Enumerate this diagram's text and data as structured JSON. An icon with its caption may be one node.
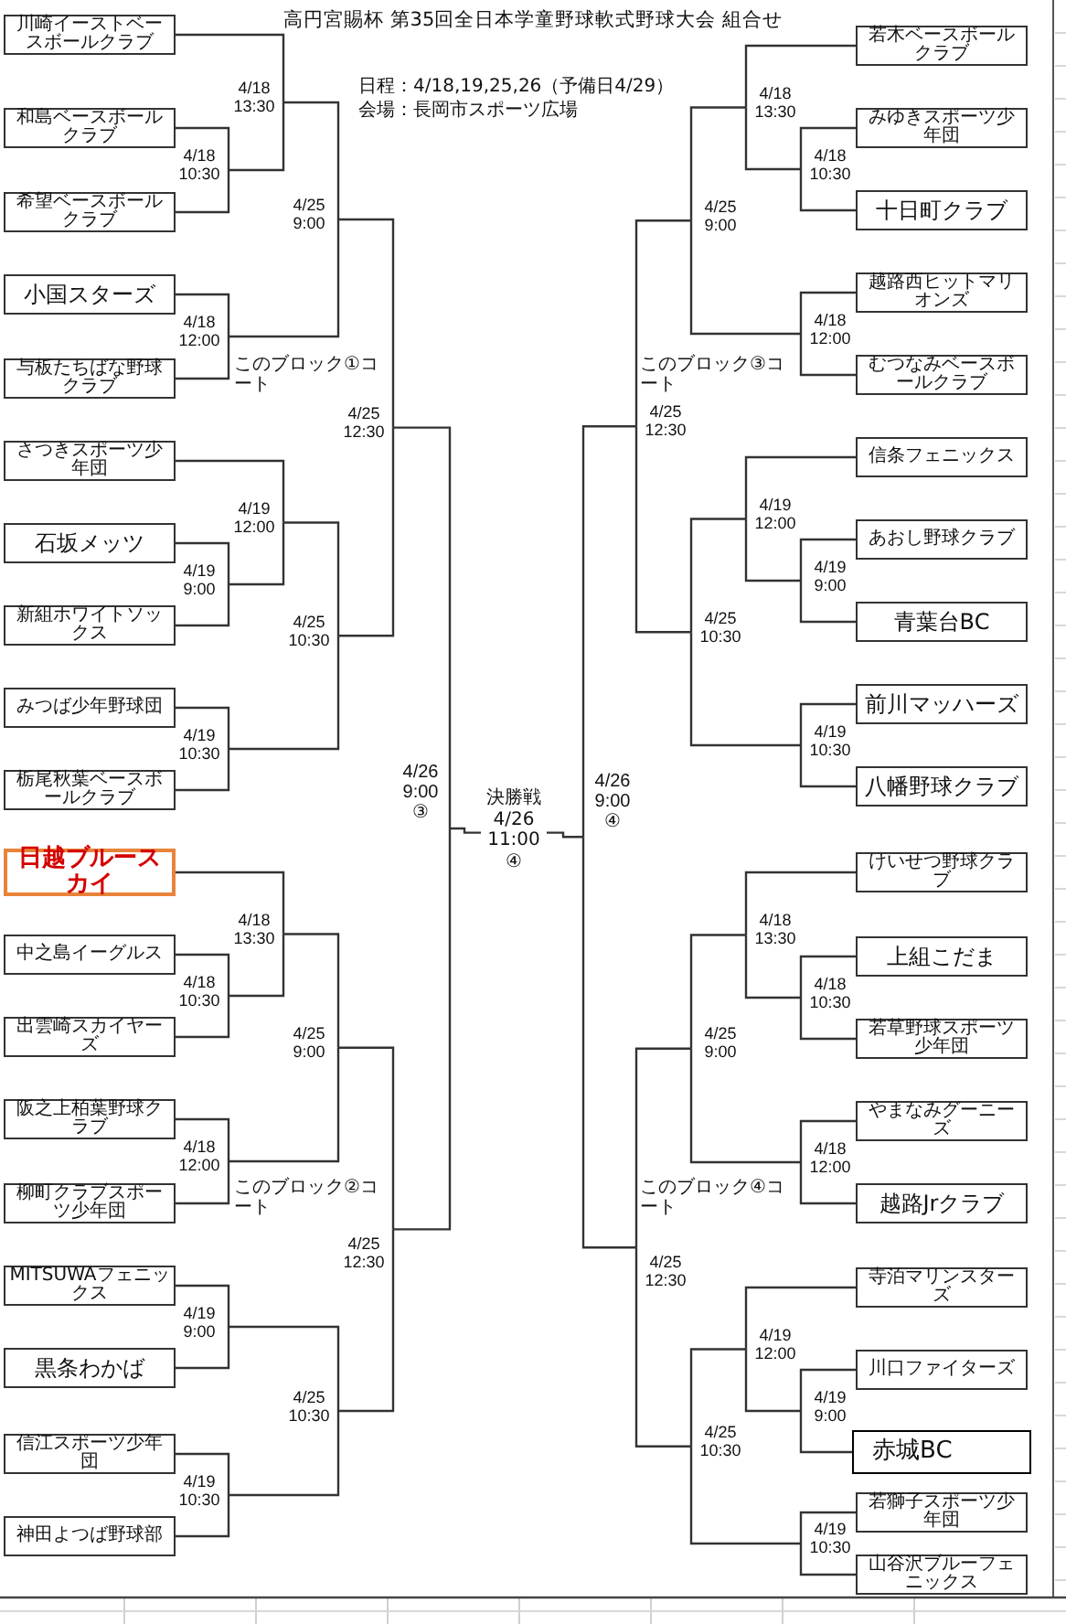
{
  "diagram": {
    "title": "高円宮賜杯 第35回全日本学童野球軟式野球大会 組合せ",
    "nodes": [
      {
        "text": [
          "川崎イーストベースボールクラブ"
        ]
      },
      {
        "text": [
          "和島ベースボールクラブ"
        ]
      },
      {
        "text": [
          "希望ベースボールクラブ"
        ]
      },
      {
        "text": [
          "小国スターズ"
        ]
      },
      {
        "text": [
          "与板たちばな野球クラブ"
        ]
      },
      {
        "text": [
          "さつきスポーツ少年団"
        ]
      },
      {
        "text": [
          "石坂メッツ"
        ]
      },
      {
        "text": [
          "新組ホワイトソックス"
        ]
      },
      {
        "text": [
          "みつば少年野球団"
        ]
      },
      {
        "text": [
          "栃尾秋葉ベースボールクラブ"
        ]
      },
      {
        "text": [
          "日越ブルースカイ"
        ]
      },
      {
        "text": [
          "中之島イーグルス"
        ]
      },
      {
        "text": [
          "出雲崎スカイヤーズ"
        ]
      },
      {
        "text": [
          "阪之上柏葉野球クラブ"
        ]
      },
      {
        "text": [
          "柳町クラブスポーツ少年団"
        ]
      },
      {
        "text": [
          "MITSUWAフェニックス"
        ]
      },
      {
        "text": [
          "黒条わかば"
        ]
      },
      {
        "text": [
          "信江スポーツ少年団"
        ]
      },
      {
        "text": [
          "神田よつば野球部"
        ]
      },
      {
        "text": [
          "若木ベースボールクラブ"
        ]
      },
      {
        "text": [
          "みゆきスポーツ少年団"
        ]
      },
      {
        "text": [
          "十日町クラブ"
        ]
      },
      {
        "text": [
          "越路西ヒットマリオンズ"
        ]
      },
      {
        "text": [
          "むつなみベースボールクラブ"
        ]
      },
      {
        "text": [
          "信条フェニックス"
        ]
      },
      {
        "text": [
          "あおし野球クラブ"
        ]
      },
      {
        "text": [
          "青葉台BC"
        ]
      },
      {
        "text": [
          "前川マッハーズ"
        ]
      },
      {
        "text": [
          "八幡野球クラブ"
        ]
      },
      {
        "text": [
          "けいせつ野球クラブ"
        ]
      },
      {
        "text": [
          "上組こだま"
        ]
      },
      {
        "text": [
          "若草野球スポーツ少年団"
        ]
      },
      {
        "text": [
          "やまなみグーニーズ"
        ]
      },
      {
        "text": [
          "越路Jrクラブ"
        ]
      },
      {
        "text": [
          "寺泊マリンスターズ"
        ]
      },
      {
        "text": [
          "川口ファイターズ"
        ]
      },
      {
        "text": [
          "赤城BC"
        ]
      },
      {
        "text": [
          "若獅子スポーツ少年団"
        ]
      },
      {
        "text": [
          "山谷沢ブルーフェニックス"
        ]
      },
      {
        "text": [
          "4/18 13:30"
        ]
      },
      {
        "text": [
          "4/18 10:30"
        ]
      },
      {
        "text": [
          "4/18 12:00"
        ]
      },
      {
        "text": [
          "4/25 9:00"
        ]
      },
      {
        "text": [
          "4/19 12:00"
        ]
      },
      {
        "text": [
          "4/19 9:00"
        ]
      },
      {
        "text": [
          "4/19 10:30"
        ]
      },
      {
        "text": [
          "4/25 10:30"
        ]
      },
      {
        "text": [
          "4/25 12:30"
        ]
      },
      {
        "text": [
          "4/18 13:30"
        ]
      },
      {
        "text": [
          "4/18 10:30"
        ]
      },
      {
        "text": [
          "4/18 12:00"
        ]
      },
      {
        "text": [
          "4/25 9:00"
        ]
      },
      {
        "text": [
          "4/19 9:00"
        ]
      },
      {
        "text": [
          "4/19 10:30"
        ]
      },
      {
        "text": [
          "4/25 10:30"
        ]
      },
      {
        "text": [
          "4/25 12:30"
        ]
      },
      {
        "text": [
          "4/26 9:00 ③"
        ]
      },
      {
        "text": [
          "決勝戦 4/26 11:00 ④"
        ]
      },
      {
        "text": [
          "4/26 9:00 ④"
        ]
      },
      {
        "text": [
          "4/18 13:30"
        ]
      },
      {
        "text": [
          "4/18 10:30"
        ]
      },
      {
        "text": [
          "4/18 12:00"
        ]
      },
      {
        "text": [
          "4/25 9:00"
        ]
      },
      {
        "text": [
          "4/19 12:00"
        ]
      },
      {
        "text": [
          "4/19 9:00"
        ]
      },
      {
        "text": [
          "4/19 10:30"
        ]
      },
      {
        "text": [
          "4/25 10:30"
        ]
      },
      {
        "text": [
          "4/25 12:30"
        ]
      },
      {
        "text": [
          "4/18 13:30"
        ]
      },
      {
        "text": [
          "4/18 10:30"
        ]
      },
      {
        "text": [
          "4/18 12:00"
        ]
      },
      {
        "text": [
          "4/25 9:00"
        ]
      },
      {
        "text": [
          "4/19 12:00"
        ]
      },
      {
        "text": [
          "4/19 9:00"
        ]
      },
      {
        "text": [
          "4/19 10:30"
        ]
      },
      {
        "text": [
          "4/25 10:30"
        ]
      },
      {
        "text": [
          "4/25 12:30"
        ]
      }
    ],
    "edges": [
      {
        "from": 0,
        "to": 39,
        "arrow": "none"
      },
      {
        "from": 40,
        "to": 39,
        "arrow": "none"
      },
      {
        "from": 1,
        "to": 40,
        "arrow": "none"
      },
      {
        "from": 2,
        "to": 40,
        "arrow": "none"
      },
      {
        "from": 3,
        "to": 41,
        "arrow": "none"
      },
      {
        "from": 4,
        "to": 41,
        "arrow": "none"
      },
      {
        "from": 39,
        "to": 42,
        "arrow": "none"
      },
      {
        "from": 41,
        "to": 42,
        "arrow": "none"
      },
      {
        "from": 5,
        "to": 43,
        "arrow": "none"
      },
      {
        "from": 44,
        "to": 43,
        "arrow": "none"
      },
      {
        "from": 6,
        "to": 44,
        "arrow": "none"
      },
      {
        "from": 7,
        "to": 44,
        "arrow": "none"
      },
      {
        "from": 8,
        "to": 45,
        "arrow": "none"
      },
      {
        "from": 9,
        "to": 45,
        "arrow": "none"
      },
      {
        "from": 43,
        "to": 46,
        "arrow": "none"
      },
      {
        "from": 45,
        "to": 46,
        "arrow": "none"
      },
      {
        "from": 42,
        "to": 47,
        "arrow": "none"
      },
      {
        "from": 46,
        "to": 47,
        "arrow": "none"
      },
      {
        "from": 10,
        "to": 48,
        "arrow": "none"
      },
      {
        "from": 49,
        "to": 48,
        "arrow": "none"
      },
      {
        "from": 11,
        "to": 49,
        "arrow": "none"
      },
      {
        "from": 12,
        "to": 49,
        "arrow": "none"
      },
      {
        "from": 13,
        "to": 50,
        "arrow": "none"
      },
      {
        "from": 14,
        "to": 50,
        "arrow": "none"
      },
      {
        "from": 48,
        "to": 51,
        "arrow": "none"
      },
      {
        "from": 50,
        "to": 51,
        "arrow": "none"
      },
      {
        "from": 15,
        "to": 52,
        "arrow": "none"
      },
      {
        "from": 16,
        "to": 52,
        "arrow": "none"
      },
      {
        "from": 17,
        "to": 53,
        "arrow": "none"
      },
      {
        "from": 18,
        "to": 53,
        "arrow": "none"
      },
      {
        "from": 52,
        "to": 54,
        "arrow": "none"
      },
      {
        "from": 53,
        "to": 54,
        "arrow": "none"
      },
      {
        "from": 51,
        "to": 55,
        "arrow": "none"
      },
      {
        "from": 54,
        "to": 55,
        "arrow": "none"
      },
      {
        "from": 47,
        "to": 56,
        "arrow": "none"
      },
      {
        "from": 55,
        "to": 56,
        "arrow": "none"
      },
      {
        "from": 56,
        "to": 57,
        "arrow": "none"
      },
      {
        "from": 58,
        "to": 57,
        "arrow": "none"
      },
      {
        "from": 67,
        "to": 58,
        "arrow": "none"
      },
      {
        "from": 76,
        "to": 58,
        "arrow": "none"
      },
      {
        "from": 19,
        "to": 59,
        "arrow": "none"
      },
      {
        "from": 60,
        "to": 59,
        "arrow": "none"
      },
      {
        "from": 20,
        "to": 60,
        "arrow": "none"
      },
      {
        "from": 21,
        "to": 60,
        "arrow": "none"
      },
      {
        "from": 22,
        "to": 61,
        "arrow": "none"
      },
      {
        "from": 23,
        "to": 61,
        "arrow": "none"
      },
      {
        "from": 59,
        "to": 62,
        "arrow": "none"
      },
      {
        "from": 61,
        "to": 62,
        "arrow": "none"
      },
      {
        "from": 24,
        "to": 63,
        "arrow": "none"
      },
      {
        "from": 64,
        "to": 63,
        "arrow": "none"
      },
      {
        "from": 25,
        "to": 64,
        "arrow": "none"
      },
      {
        "from": 26,
        "to": 64,
        "arrow": "none"
      },
      {
        "from": 27,
        "to": 65,
        "arrow": "none"
      },
      {
        "from": 28,
        "to": 65,
        "arrow": "none"
      },
      {
        "from": 63,
        "to": 66,
        "arrow": "none"
      },
      {
        "from": 65,
        "to": 66,
        "arrow": "none"
      },
      {
        "from": 62,
        "to": 67,
        "arrow": "none"
      },
      {
        "from": 66,
        "to": 67,
        "arrow": "none"
      },
      {
        "from": 29,
        "to": 68,
        "arrow": "none"
      },
      {
        "from": 69,
        "to": 68,
        "arrow": "none"
      },
      {
        "from": 30,
        "to": 69,
        "arrow": "none"
      },
      {
        "from": 31,
        "to": 69,
        "arrow": "none"
      },
      {
        "from": 32,
        "to": 70,
        "arrow": "none"
      },
      {
        "from": 33,
        "to": 70,
        "arrow": "none"
      },
      {
        "from": 68,
        "to": 71,
        "arrow": "none"
      },
      {
        "from": 70,
        "to": 71,
        "arrow": "none"
      },
      {
        "from": 34,
        "to": 72,
        "arrow": "none"
      },
      {
        "from": 73,
        "to": 72,
        "arrow": "none"
      },
      {
        "from": 35,
        "to": 73,
        "arrow": "none"
      },
      {
        "from": 36,
        "to": 73,
        "arrow": "none"
      },
      {
        "from": 37,
        "to": 74,
        "arrow": "none"
      },
      {
        "from": 38,
        "to": 74,
        "arrow": "none"
      },
      {
        "from": 72,
        "to": 75,
        "arrow": "none"
      },
      {
        "from": 74,
        "to": 75,
        "arrow": "none"
      },
      {
        "from": 71,
        "to": 76,
        "arrow": "none"
      },
      {
        "from": 75,
        "to": 76,
        "arrow": "none"
      }
    ],
    "labels": [
      "日程：4/18,19,25,26（予備日4/29）",
      "会場：長岡市スポーツ広場",
      "このブロック①コート",
      "このブロック③コート",
      "このブロック②コート",
      "このブロック④コート"
    ]
  }
}
